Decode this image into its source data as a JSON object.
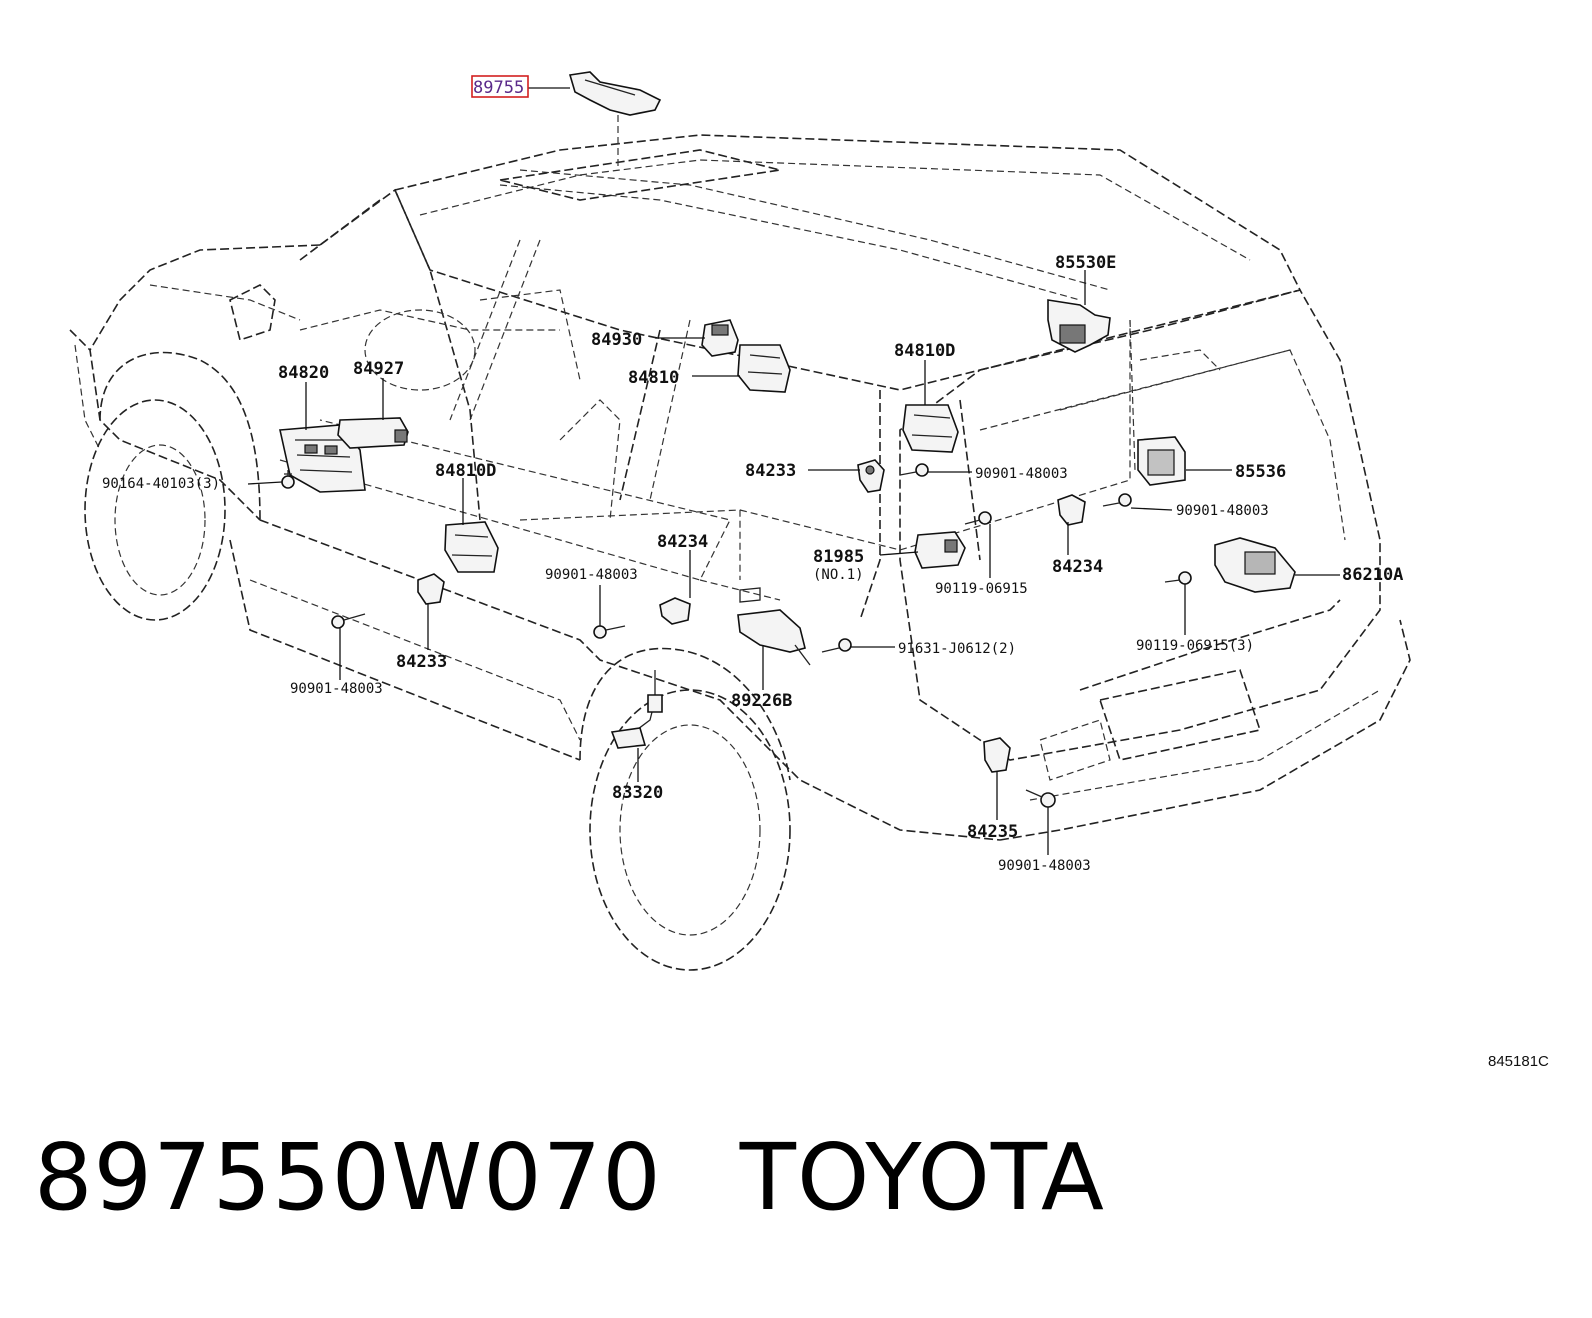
{
  "diagram": {
    "highlighted_part": "89755",
    "labels": {
      "p89755": "89755",
      "p85530E": "85530E",
      "p84930": "84930",
      "p84810": "84810",
      "p84810D_top": "84810D",
      "p84820": "84820",
      "p84927": "84927",
      "p84810D_mid": "84810D",
      "p90164": "90164-40103(3)",
      "p84233_a": "84233",
      "p90901_a": "90901-48003",
      "p85536": "85536",
      "p90901_b": "90901-48003",
      "p84234_a": "84234",
      "p84234_b": "84234",
      "p81985": "81985",
      "p81985_sub": "(NO.1)",
      "p90119_a": "90119-06915",
      "p86210A": "86210A",
      "p90901_c": "90901-48003",
      "p90119_b": "90119-06915(3)",
      "p91631": "91631-J0612(2)",
      "p84233_b": "84233",
      "p90901_d": "90901-48003",
      "p89226B": "89226B",
      "p83320": "83320",
      "p84235": "84235",
      "p90901_e": "90901-48003"
    },
    "figure_code": "845181C"
  },
  "caption": {
    "part_number": "897550W070",
    "brand": "TOYOTA"
  }
}
